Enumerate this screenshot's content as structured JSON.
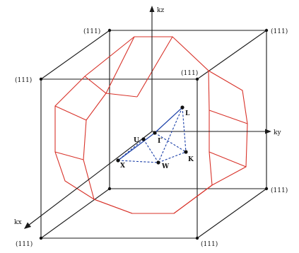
{
  "axes": {
    "kz_label": "kz",
    "ky_label": "ky",
    "kx_label": "kx"
  },
  "corners": {
    "top_back_left": "(111)",
    "top_back_right": "(111)",
    "top_front_left": "(111)",
    "top_front_right": "(111)",
    "bottom_back_right": "(111)",
    "bottom_front_left": "(111)",
    "bottom_front_right": "(111)"
  },
  "points": {
    "gamma": "Γ",
    "L": "L",
    "U": "U",
    "K": "K",
    "W": "W",
    "X": "X"
  },
  "colors": {
    "cube_edges": "#1a1a1a",
    "brillouin_zone": "#d8332a",
    "symmetry_lines": "#1a3fa8"
  }
}
